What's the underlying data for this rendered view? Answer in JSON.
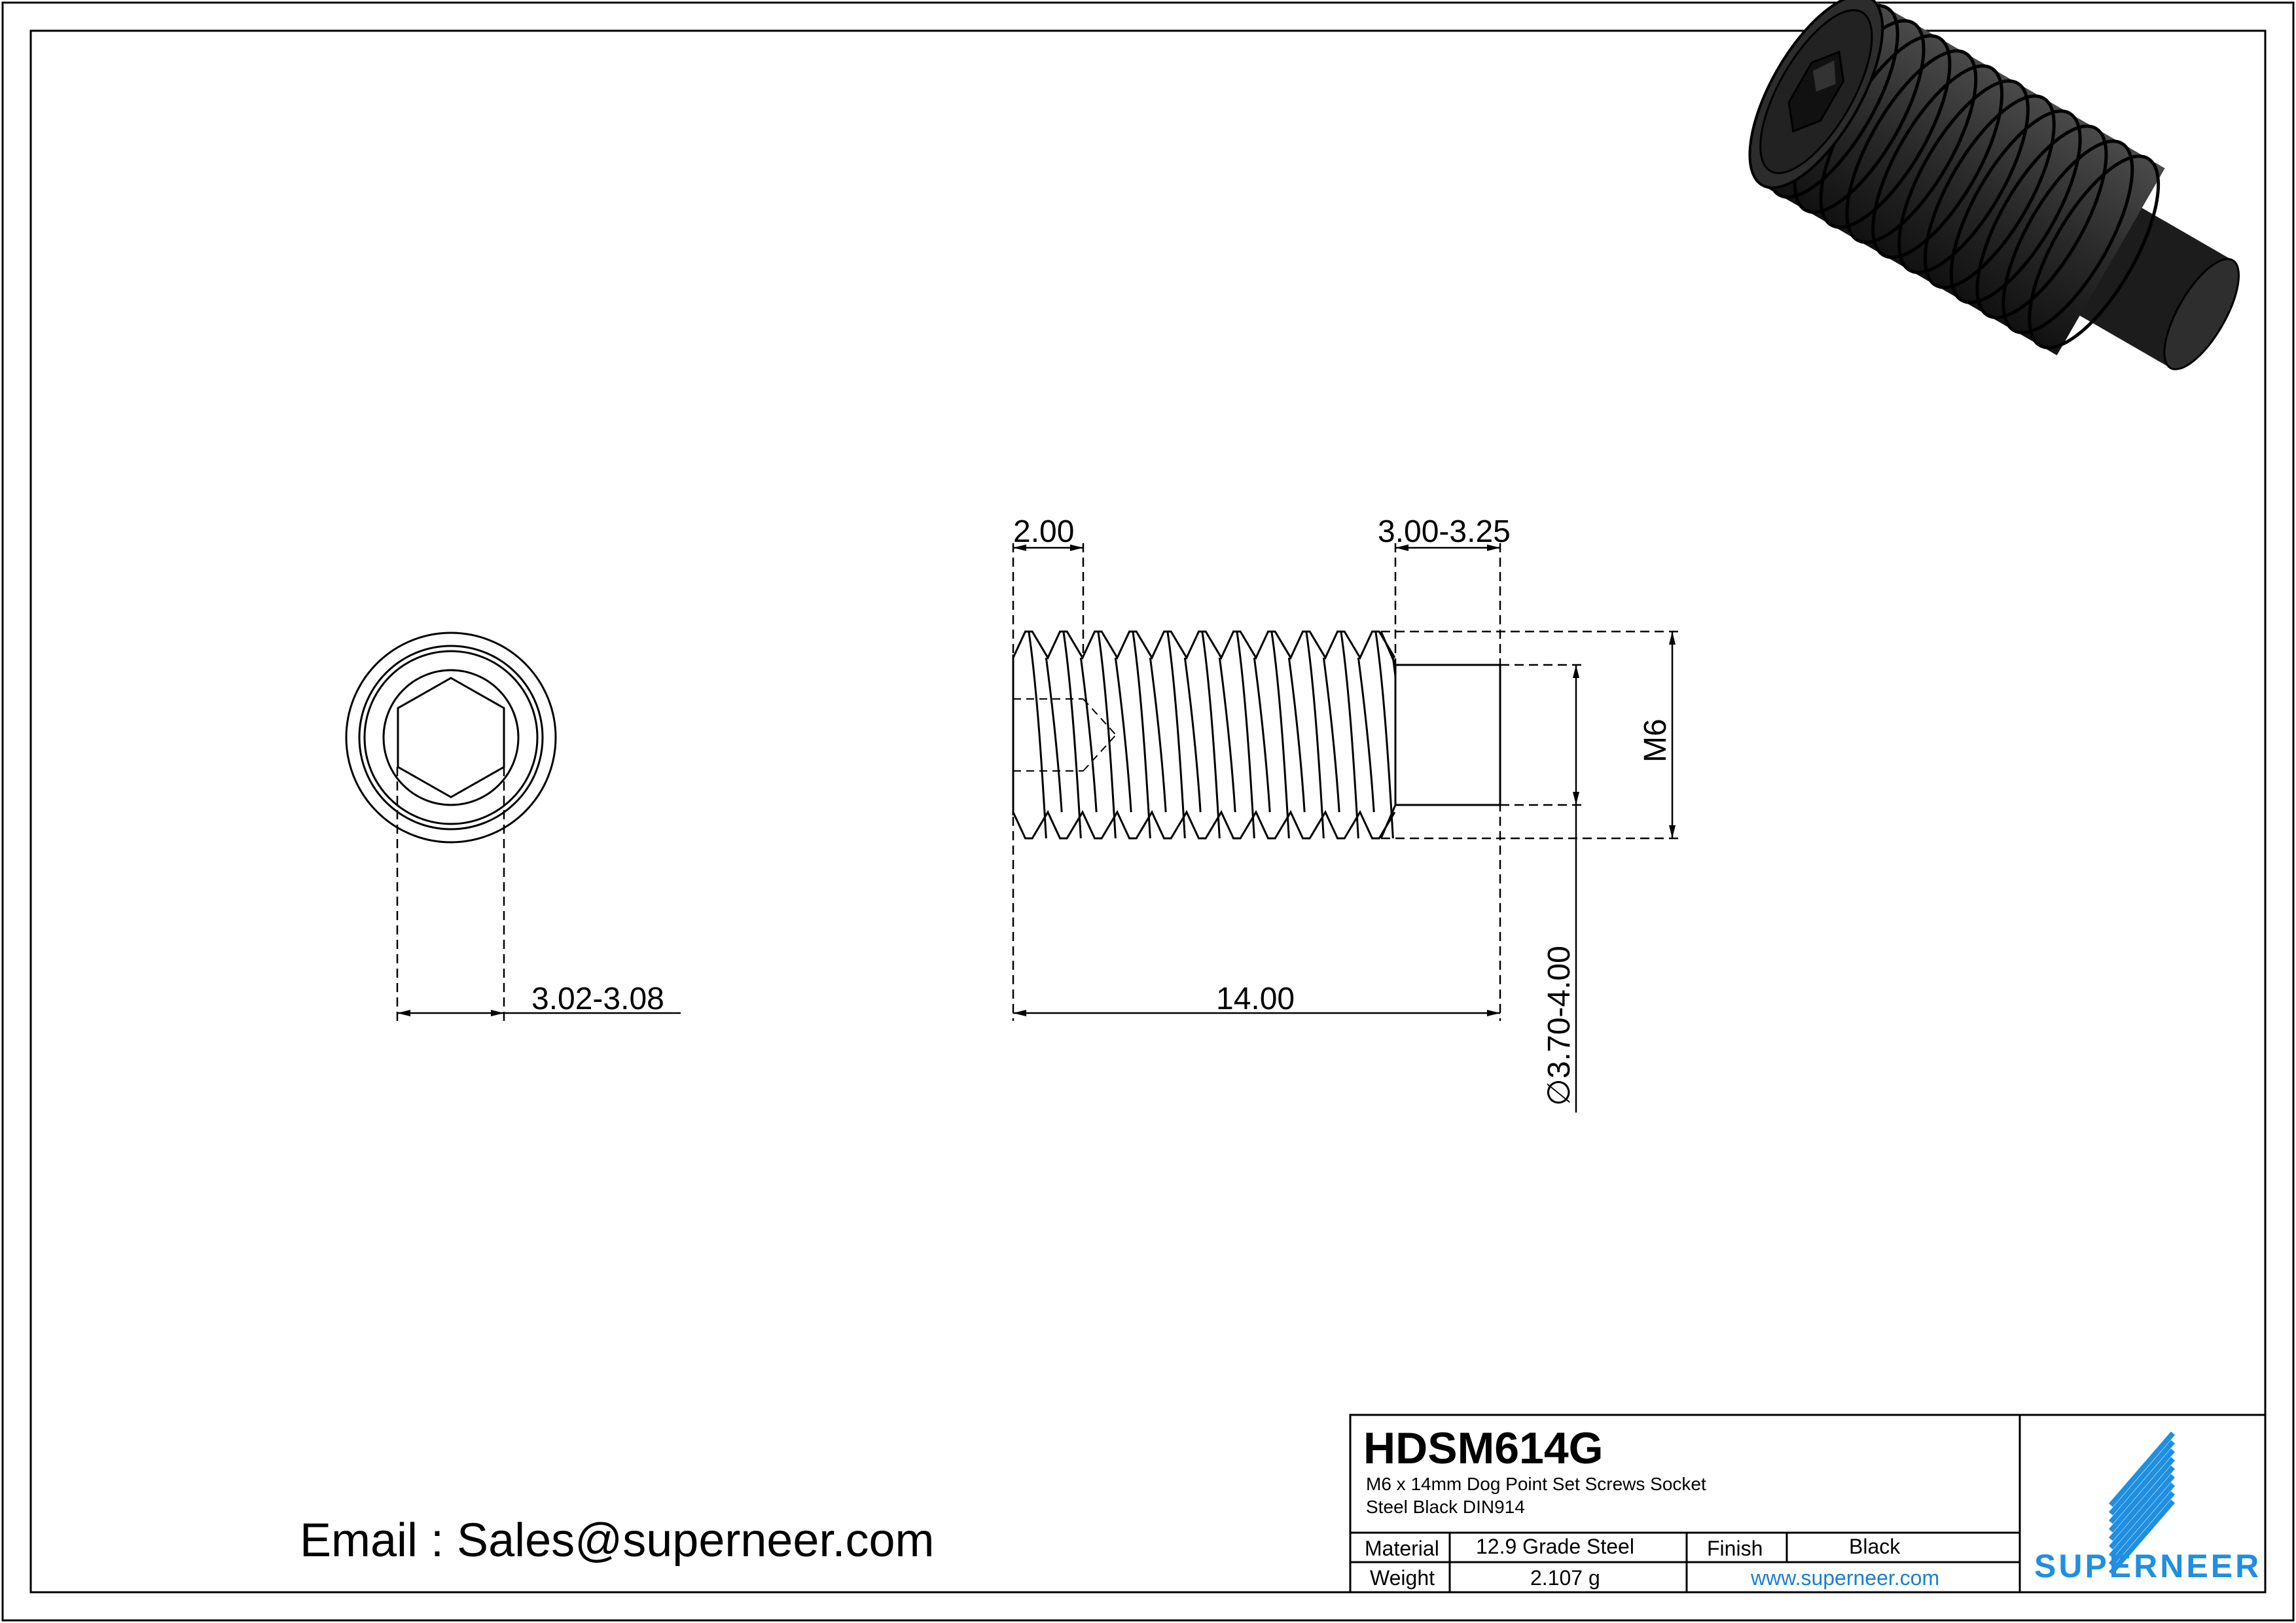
{
  "dimensions": {
    "socket_size": "3.02-3.08",
    "overall_length": "14.00",
    "thread_chamfer": "2.00",
    "dog_point_length": "3.00-3.25",
    "thread_size": "M6",
    "dog_point_diameter": "3.70-4.00",
    "diameter_symbol": "∅"
  },
  "title_block": {
    "part_number": "HDSM614G",
    "description_line1": "M6 x 14mm Dog Point Set Screws Socket",
    "description_line2": "Steel Black DIN914",
    "material_label": "Material",
    "material_value": "12.9 Grade Steel",
    "finish_label": "Finish",
    "finish_value": "Black",
    "weight_label": "Weight",
    "weight_value": "2.107 g",
    "website": "www.superneer.com",
    "brand": "SUPERNEER"
  },
  "contact": {
    "email_text": "Email : Sales@superneer.com"
  },
  "colors": {
    "line": "#000000",
    "brand_blue": "#1f8fe0",
    "link_blue": "#1a7fd0",
    "screw_body": "#2b2b2b"
  }
}
